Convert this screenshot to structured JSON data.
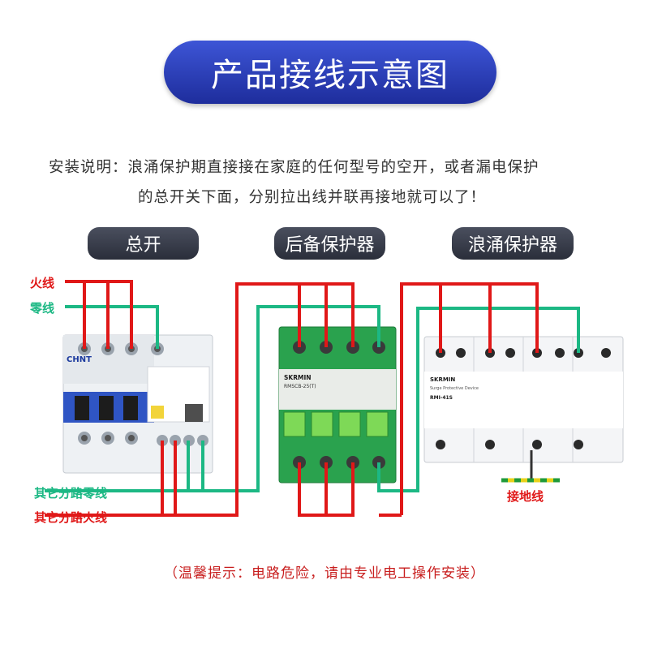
{
  "title": "产品接线示意图",
  "instructions": {
    "line1": "安装说明：浪涌保护期直接接在家庭的任何型号的空开，或者漏电保护",
    "line2": "的总开关下面，分别拉出线并联再接地就可以了！"
  },
  "sections": {
    "main_switch": "总开",
    "backup_protector": "后备保护器",
    "surge_protector": "浪涌保护器"
  },
  "wires": {
    "live_label": "火线",
    "neutral_label": "零线",
    "branch_neutral_label": "其它分路零线",
    "branch_live_label": "其它分路火线",
    "ground_label": "接地线"
  },
  "device_text": {
    "chint_brand": "CHNT",
    "backup_brand": "SKRMIN",
    "backup_model": "RMSCB-25(T)",
    "surge_brand": "SKRMIN",
    "surge_model": "RMI-41S",
    "surge_sub": "Surge Protective Device"
  },
  "colors": {
    "live": "#e01818",
    "neutral": "#1cb884",
    "ground_yellow": "#e8d21a",
    "ground_green": "#1f9a3a",
    "title_bg": "#2a3bb8",
    "warning": "#c81e1e"
  },
  "warning": "（温馨提示：电路危险，请由专业电工操作安装）"
}
